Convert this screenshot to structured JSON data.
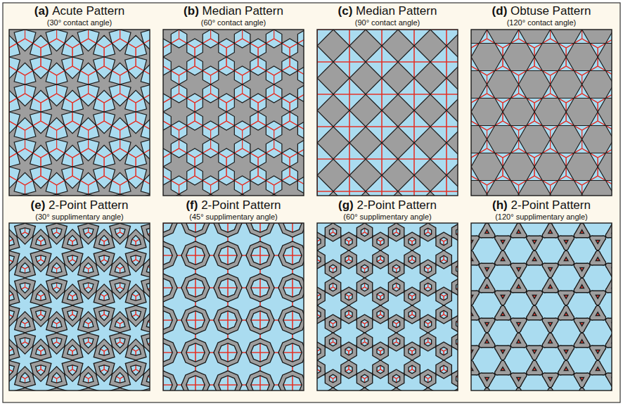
{
  "diagram": {
    "nodes": [
      {
        "text": [
          "(a)",
          "Acute Pattern",
          "(30° contact angle)"
        ]
      },
      {
        "text": [
          "(b)",
          "Median Pattern",
          "(60° contact angle)"
        ]
      },
      {
        "text": [
          "(c)",
          "Median Pattern",
          "(90° contact angle)"
        ]
      },
      {
        "text": [
          "(d)",
          "Obtuse Pattern",
          "(120° contact angle)"
        ]
      },
      {
        "text": [
          "(e)",
          "2-Point Pattern",
          "(30° supplimentary angle)"
        ]
      },
      {
        "text": [
          "(f)",
          "2-Point Pattern",
          "(45° supplimentary angle)"
        ]
      },
      {
        "text": [
          "(g)",
          "2-Point Pattern",
          "(60° supplimentary angle)"
        ]
      },
      {
        "text": [
          "(h)",
          "2-Point Pattern",
          "(120° supplimentary angle)"
        ]
      }
    ]
  }
}
